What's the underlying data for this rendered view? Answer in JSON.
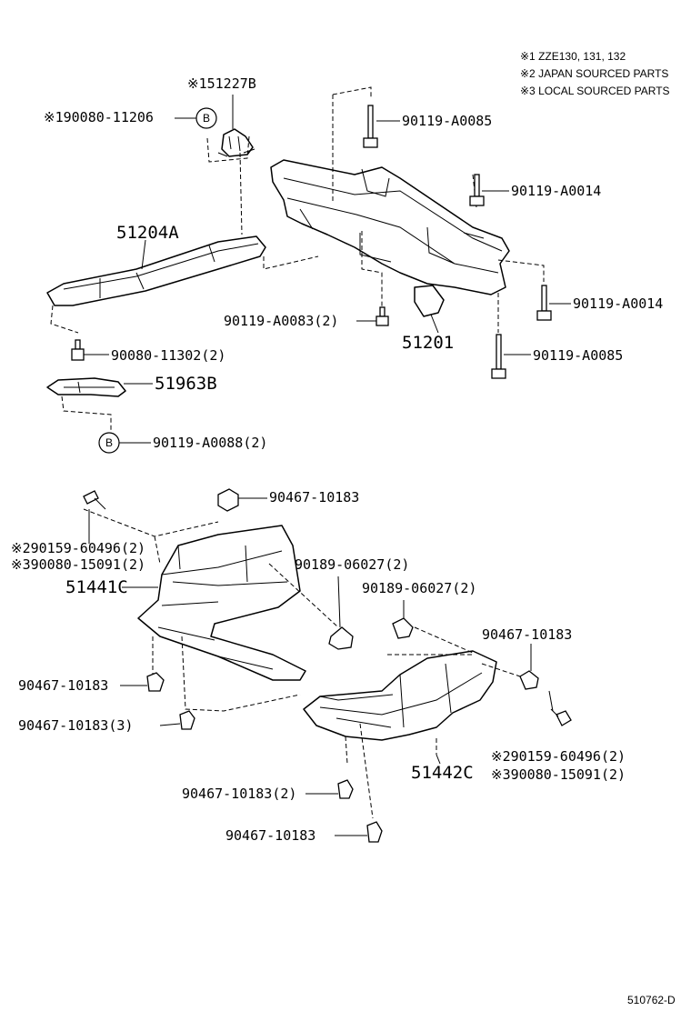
{
  "notes": [
    "※1  ZZE130, 131, 132",
    "※2  JAPAN  SOURCED  PARTS",
    "※3  LOCAL  SOURCED  PARTS"
  ],
  "labels": {
    "p151227b": "※151227B",
    "p190080_11206": "※190080-11206",
    "p90119_a0085_top": "90119-A0085",
    "p90119_a0014_a": "90119-A0014",
    "p51204a": "51204A",
    "p90119_a0014_b": "90119-A0014",
    "p90119_a0083": "90119-A0083(2)",
    "p51201": "51201",
    "p90080_11302": "90080-11302(2)",
    "p90119_a0085_bot": "90119-A0085",
    "p51963b": "51963B",
    "p90119_a0088": "90119-A0088(2)",
    "p90467_10183_a": "90467-10183",
    "p290159_60496_left": "※290159-60496(2)",
    "p390080_15091_left": "※390080-15091(2)",
    "p90189_06027_a": "90189-06027(2)",
    "p51441c": "51441C",
    "p90189_06027_b": "90189-06027(2)",
    "p90467_10183_b": "90467-10183",
    "p90467_10183_c": "90467-10183",
    "p90467_10183_3": "90467-10183(3)",
    "p290159_60496_right": "※290159-60496(2)",
    "p390080_15091_right": "※390080-15091(2)",
    "p51442c": "51442C",
    "p90467_10183_2": "90467-10183(2)",
    "p90467_10183_d": "90467-10183"
  },
  "ref_marker": "B",
  "footer_code": "510762-D"
}
